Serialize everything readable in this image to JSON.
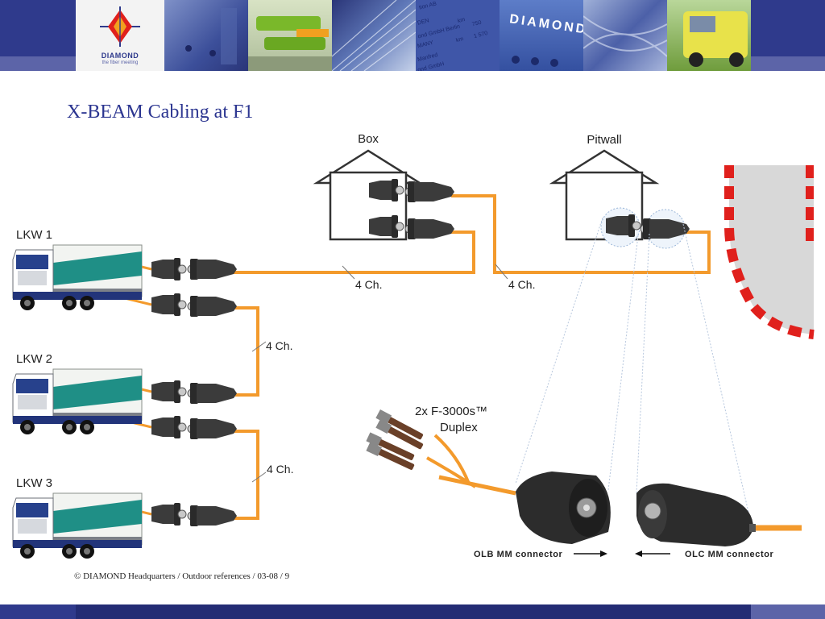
{
  "header": {
    "logo_name": "DIAMOND",
    "logo_tagline": "the fiber meeting",
    "signpost_lines": [
      "tion AB",
      "DEN",
      "km",
      "ond GmbH Berlin",
      "750",
      "MANY",
      "km",
      "1 570",
      "Manfred",
      "ond GmbH"
    ],
    "building_word": "DIAMOND"
  },
  "slide": {
    "title": "X-BEAM Cabling at F1",
    "footer": "© DIAMOND Headquarters / Outdoor references / 03-08 / 9"
  },
  "diagram": {
    "trucks": [
      {
        "label": "LKW 1"
      },
      {
        "label": "LKW 2"
      },
      {
        "label": "LKW 3"
      }
    ],
    "buildings": [
      {
        "label": "Box"
      },
      {
        "label": "Pitwall"
      }
    ],
    "channel_labels": [
      "4 Ch.",
      "4 Ch.",
      "4 Ch.",
      "4 Ch."
    ],
    "duplex_label_line1": "2x F-3000s™",
    "duplex_label_line2": "Duplex",
    "olb_label": "OLB MM connector",
    "olc_label": "OLC MM connector",
    "colors": {
      "cable": "#f39a2c",
      "connector": "#3b3b3b",
      "title": "#2b3590",
      "band": "#2f3a8c",
      "kerb_red": "#e0201c"
    }
  }
}
